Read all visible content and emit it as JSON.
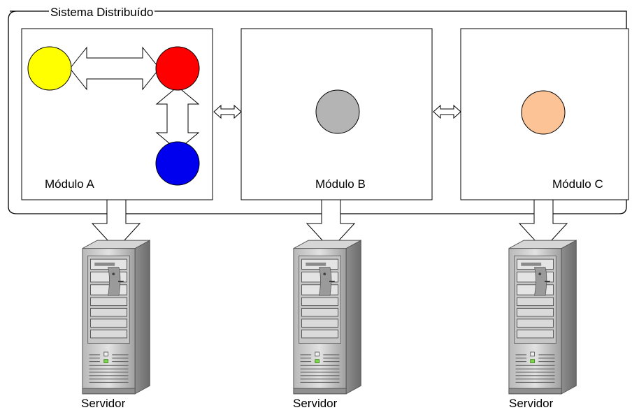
{
  "system": {
    "title": "Sistema Distribuído"
  },
  "modules": [
    {
      "label": "Módulo A",
      "nodes": [
        {
          "color": "#ffff00"
        },
        {
          "color": "#ff0000"
        },
        {
          "color": "#0000ee"
        }
      ]
    },
    {
      "label": "Módulo B",
      "nodes": [
        {
          "color": "#b4b4b4"
        }
      ]
    },
    {
      "label": "Módulo C",
      "nodes": [
        {
          "color": "#fbc396"
        }
      ]
    }
  ],
  "servers": [
    {
      "label": "Servidor",
      "icon": "server-tower-icon"
    },
    {
      "label": "Servidor",
      "icon": "server-tower-icon"
    },
    {
      "label": "Servidor",
      "icon": "server-tower-icon"
    }
  ]
}
